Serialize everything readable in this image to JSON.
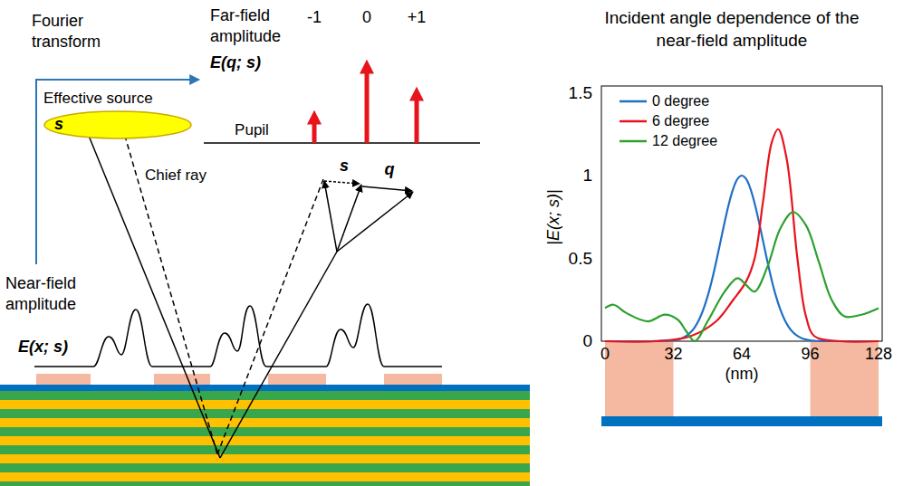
{
  "diagram": {
    "title": "Incident angle dependence of the near-field amplitude",
    "nodes": [
      {
        "text": [
          "Effective source",
          "s"
        ]
      }
    ],
    "labels": [
      "Fourier transform",
      "Far-field amplitude",
      "E(q; s)",
      "-1",
      "0",
      "+1",
      "Pupil",
      "Chief ray",
      "s",
      "q",
      "Near-field amplitude",
      "E(x; s)",
      "1.5",
      "1",
      "0.5",
      "0",
      "|E(x; s)|",
      "0",
      "32",
      "64",
      "96",
      "128",
      "(nm)"
    ],
    "legend": [
      {
        "text": "0 degree"
      },
      {
        "text": "6 degree"
      },
      {
        "text": "12 degree"
      }
    ]
  }
}
